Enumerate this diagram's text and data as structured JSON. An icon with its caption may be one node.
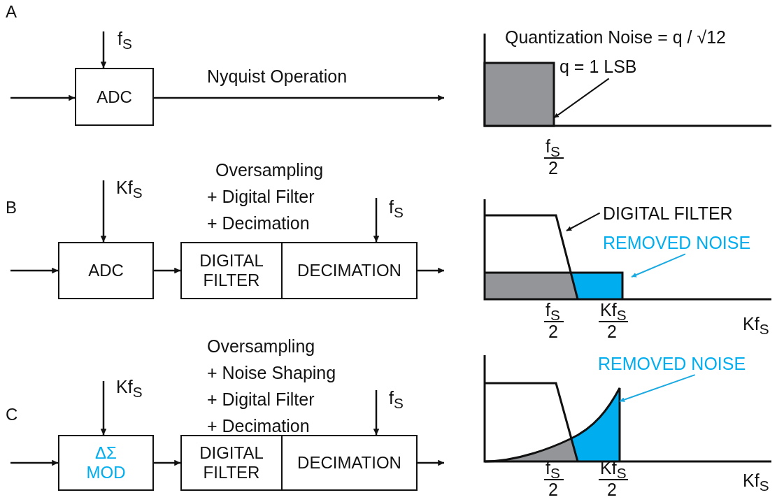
{
  "diagram": {
    "nodes": [
      {
        "text": [
          "ADC"
        ]
      },
      {
        "text": [
          "ADC"
        ]
      },
      {
        "text": [
          "DIGITAL FILTER"
        ]
      },
      {
        "text": [
          "DECIMATION"
        ]
      },
      {
        "text": [
          "ΔΣ MOD"
        ]
      },
      {
        "text": [
          "DIGITAL FILTER"
        ]
      },
      {
        "text": [
          "DECIMATION"
        ]
      },
      {
        "text": [
          "q = 1 LSB"
        ]
      },
      {
        "text": [
          "DIGITAL FILTER"
        ]
      },
      {
        "text": [
          "REMOVED NOISE"
        ]
      },
      {
        "text": [
          "REMOVED NOISE"
        ]
      },
      {
        "text": [],
        "shape": "box"
      },
      {
        "text": [],
        "shape": "picture"
      }
    ],
    "edges": [
      {
        "from": null,
        "to": 0,
        "arrow": "to"
      },
      {
        "from": null,
        "to": 0,
        "arrow": "to",
        "label": "f$_{S}$"
      },
      {
        "from": 0,
        "to": null,
        "arrow": "to",
        "label": "Nyquist Operation"
      },
      {
        "from": 7,
        "to": 11,
        "arrow": "to"
      },
      {
        "from": null,
        "to": 1,
        "arrow": "to"
      },
      {
        "from": null,
        "to": 1,
        "arrow": "to",
        "label": "Kf$_{S}$"
      },
      {
        "from": 1,
        "to": 2,
        "arrow": "to"
      },
      {
        "from": 3,
        "to": null,
        "arrow": "to"
      },
      {
        "from": null,
        "to": 3,
        "arrow": "to",
        "label": "f$_{S}$"
      },
      {
        "from": 8,
        "to": null,
        "arrow": "to"
      },
      {
        "from": 9,
        "to": null,
        "arrow": "to",
        "color": "#1aa9e1"
      },
      {
        "from": null,
        "to": 4,
        "arrow": "to"
      },
      {
        "from": null,
        "to": 4,
        "arrow": "to",
        "label": "Kf$_{S}$"
      },
      {
        "from": 4,
        "to": 5,
        "arrow": "to"
      },
      {
        "from": 6,
        "to": null,
        "arrow": "to"
      },
      {
        "from": null,
        "to": 6,
        "arrow": "to",
        "label": "f$_{S}$"
      },
      {
        "from": 10,
        "to": 12,
        "arrow": "to",
        "color": "#1aa9e1"
      }
    ],
    "labels": [
      "A",
      "Quantization Noise = q / √12",
      "f$_{S}$",
      "2",
      "B",
      "Oversampling",
      "+ Digital Filter",
      "+ Decimation",
      "f$_{S}$",
      "2",
      "Kf$_{S}$",
      "2",
      "Kf$_{S}$",
      "C",
      "Oversampling",
      "+ Noise Shaping",
      "+ Digital Filter",
      "+ Decimation",
      "f$_{S}$",
      "2",
      "Kf$_{S}$",
      "2",
      "Kf$_{S}$"
    ]
  }
}
